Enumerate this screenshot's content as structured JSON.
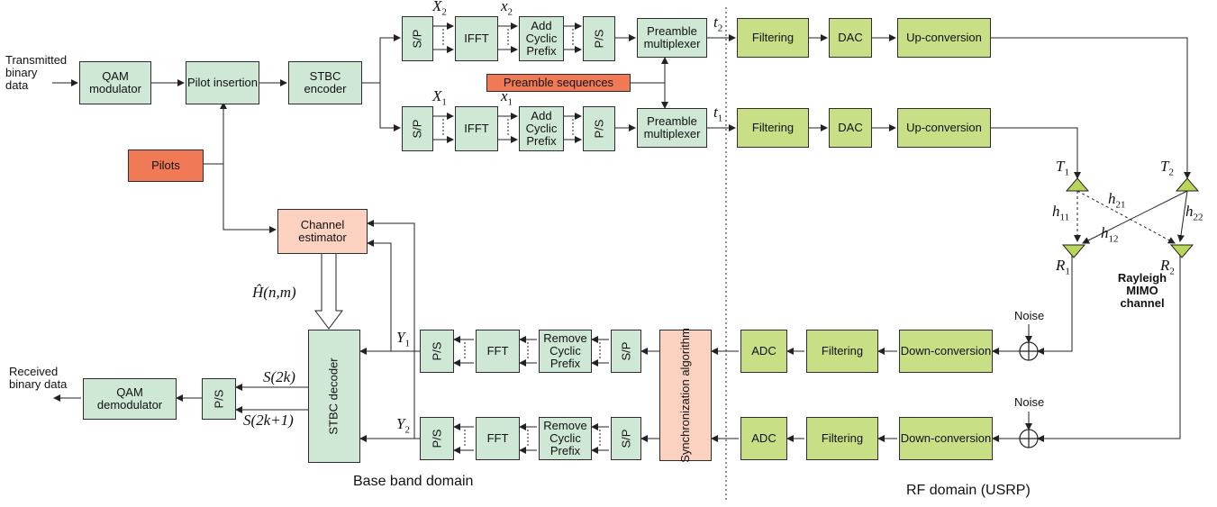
{
  "blocks": {
    "qam_mod": "QAM modulator",
    "pilot_ins": "Pilot insertion",
    "stbc_enc": "STBC encoder",
    "sp": "S/P",
    "ifft": "IFFT",
    "add_cp": "Add Cyclic Prefix",
    "ps": "P/S",
    "pre_mux": "Preamble multiplexer",
    "pre_seq": "Preamble sequences",
    "pilots": "Pilots",
    "filtering": "Filtering",
    "dac": "DAC",
    "upconv": "Up-conversion",
    "chan_est": "Channel estimator",
    "stbc_dec": "STBC decoder",
    "qam_demod": "QAM demodulator",
    "fft": "FFT",
    "rem_cp": "Remove Cyclic Prefix",
    "sync": "Synchronization algorithm",
    "adc": "ADC",
    "downconv": "Down-conversion"
  },
  "labels": {
    "tx_data": "Transmitted binary data",
    "rx_data": "Received binary data",
    "noise": "Noise",
    "rayleigh": "Rayleigh MIMO channel",
    "baseband": "Base band domain",
    "rf": "RF domain (USRP)"
  },
  "math": {
    "X": "X",
    "x": "x",
    "t": "t",
    "T": "T",
    "R": "R",
    "h": "h",
    "Y": "Y",
    "sub_1": "1",
    "sub_2": "2",
    "sub_11": "11",
    "sub_12": "12",
    "sub_21": "21",
    "sub_22": "22",
    "H_hat": "Ĥ(n,m)",
    "S2k": "S(2k)",
    "S2k1": "S(2k+1)"
  },
  "colors": {
    "baseband_block": "#cfe8d6",
    "rf_block": "#c8df86",
    "source_block": "#f07a55",
    "processing_block": "#fbd2c0",
    "antenna": "#b8d75a"
  }
}
